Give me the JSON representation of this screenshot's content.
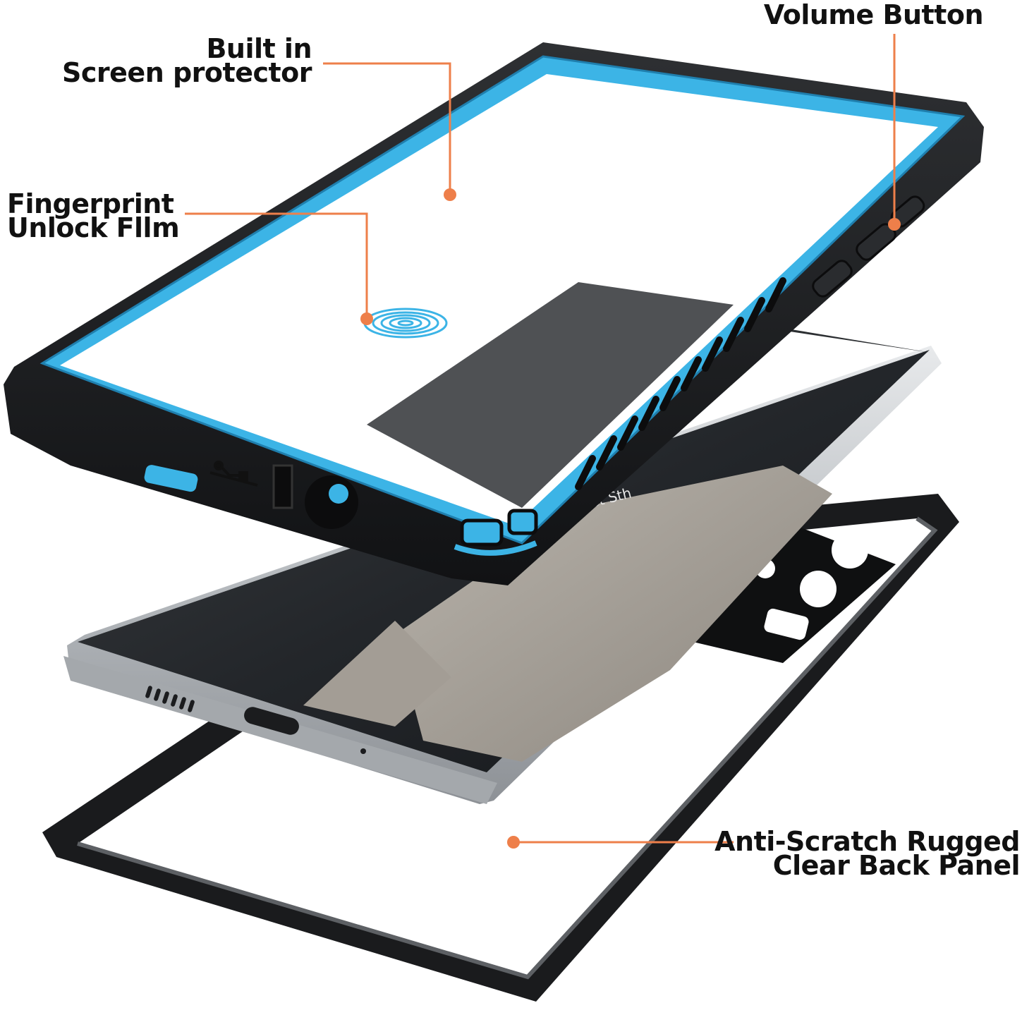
{
  "callouts": {
    "screen_protector": {
      "line1": "Built in",
      "line2": "Screen protector"
    },
    "fingerprint": {
      "line1": "Fingerprint",
      "line2": "Unlock Fllm"
    },
    "volume": {
      "line1": "Volume Button"
    },
    "back_panel": {
      "line1": "Anti-Scratch Rugged",
      "line2": "Clear Back Panel"
    }
  },
  "phone_screen": {
    "date_text": "1st Sth"
  },
  "colors": {
    "accent_blue": "#3cb4e6",
    "callout_orange": "#ee7f4a",
    "case_black": "#1c1c1c",
    "phone_silver": "#c9cdd1"
  }
}
